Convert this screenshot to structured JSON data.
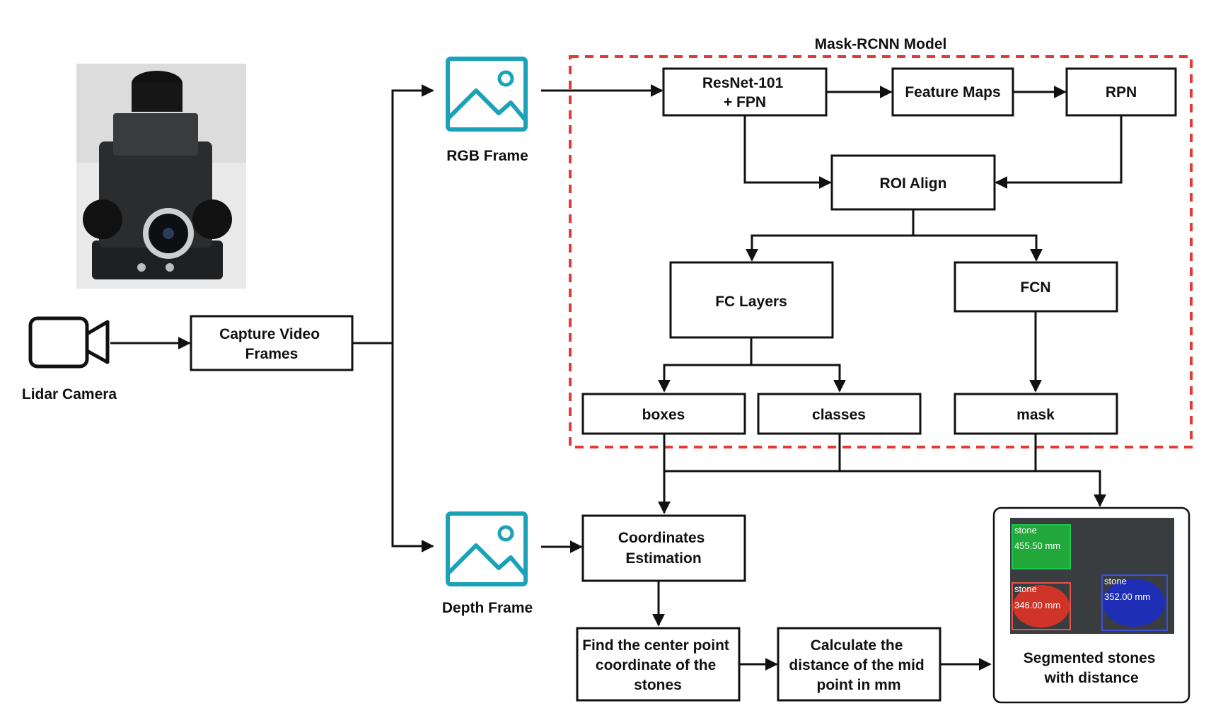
{
  "colors": {
    "frame_border": "#e53935",
    "image_icon": "#1aa3b8",
    "stone_green": "#22a83a",
    "stone_red": "#d03327",
    "stone_blue": "#1f2fb5",
    "photo_bg": "#3a3d40"
  },
  "icons": [
    "camera-icon",
    "image-icon",
    "image-icon"
  ],
  "robot_photo_alt": "robot car with lidar and camera",
  "model": {
    "title": "Mask-RCNN Model"
  },
  "nodes": {
    "camera": "Lidar Camera",
    "capture": [
      "Capture Video",
      "Frames"
    ],
    "rgb": "RGB Frame",
    "depth": "Depth Frame",
    "resnet": [
      "ResNet-101",
      "+ FPN"
    ],
    "feature_maps": "Feature Maps",
    "rpn": "RPN",
    "roi_align": "ROI Align",
    "fc_layers": "FC Layers",
    "fcn": "FCN",
    "boxes": "boxes",
    "classes": "classes",
    "mask": "mask",
    "coords": [
      "Coordinates",
      "Estimation"
    ],
    "center": [
      "Find the center point",
      "coordinate of the",
      "stones"
    ],
    "distance": [
      "Calculate the",
      "distance of the mid",
      "point in mm"
    ],
    "result": [
      "Segmented stones",
      "with distance"
    ]
  },
  "result_labels": [
    {
      "class": "stone",
      "distance": "455.50 mm"
    },
    {
      "class": "stone",
      "distance": "346.00 mm"
    },
    {
      "class": "stone",
      "distance": "352.00 mm"
    }
  ]
}
